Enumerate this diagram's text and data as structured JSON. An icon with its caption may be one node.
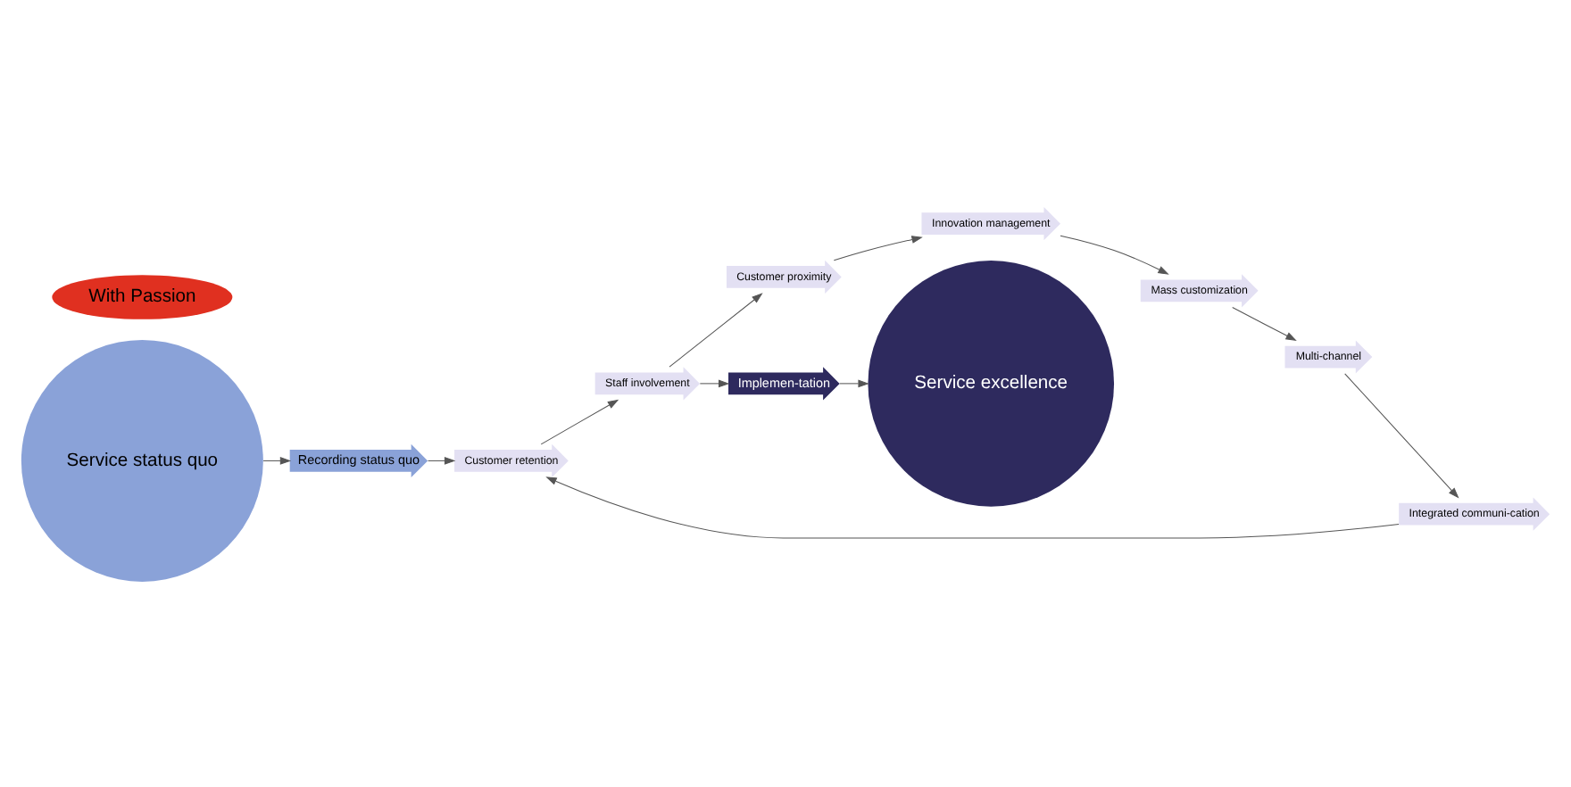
{
  "diagram": {
    "nodes": [
      {
        "text": [
          "Service status quo"
        ]
      },
      {
        "text": [
          "Recording status quo"
        ]
      },
      {
        "text": [
          "Customer retention"
        ]
      },
      {
        "text": [
          "Staff involvement"
        ]
      },
      {
        "text": [
          "Customer proximity"
        ]
      },
      {
        "text": [
          "Innovation management"
        ]
      },
      {
        "text": [
          "Mass customization"
        ]
      },
      {
        "text": [
          "Multi-channel"
        ]
      },
      {
        "text": [
          "Integrated communi-cation"
        ]
      },
      {
        "text": [
          "With Passion"
        ]
      },
      {
        "text": [
          "Implemen-tation"
        ]
      },
      {
        "text": [
          "Service excellence"
        ]
      }
    ],
    "edges": [
      {
        "from": 0,
        "to": 1,
        "arrow": "to"
      },
      {
        "from": 1,
        "to": 2,
        "arrow": "to"
      },
      {
        "from": 2,
        "to": 3,
        "arrow": "to"
      },
      {
        "from": 3,
        "to": 4,
        "arrow": "to"
      },
      {
        "from": 4,
        "to": 5,
        "arrow": "to"
      },
      {
        "from": 5,
        "to": 6,
        "arrow": "to"
      },
      {
        "from": 6,
        "to": 7,
        "arrow": "to"
      },
      {
        "from": 7,
        "to": 8,
        "arrow": "to"
      },
      {
        "from": 8,
        "to": 2,
        "arrow": "to"
      },
      {
        "from": 3,
        "to": 10,
        "arrow": "to"
      },
      {
        "from": 10,
        "to": 11,
        "arrow": "to"
      }
    ]
  }
}
